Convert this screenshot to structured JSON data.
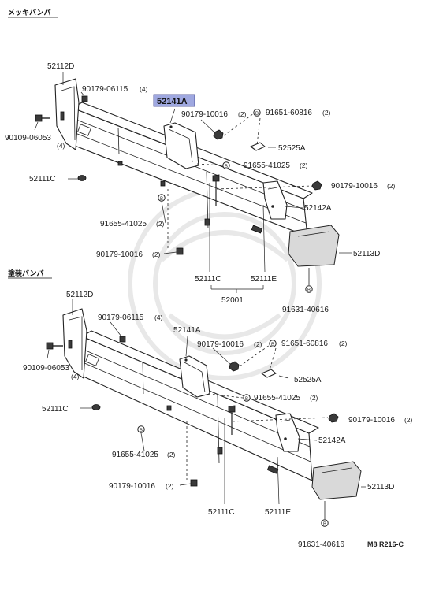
{
  "diagram_ref": "M8 R216-C",
  "highlight_color": "#9fa8e0",
  "sections": [
    {
      "title": "メッキバンパ",
      "labels": {
        "end_cap_left": "52112D",
        "clip_top": "90179-06115",
        "clip_top_qty": "(4)",
        "bolt_left": "90109-06053",
        "bolt_left_qty": "(4)",
        "bracket_center": "52141A",
        "nut_center": "90179-10016",
        "nut_center_qty": "(2)",
        "bolt_center": "91651-60816",
        "bolt_center_qty": "(2)",
        "retainer": "52525A",
        "bolt_lower": "91655-41025",
        "bolt_lower_qty": "(2)",
        "clip_left": "52111C",
        "nut_right": "90179-10016",
        "nut_right_qty": "(2)",
        "bracket_right": "52142A",
        "bolt_bottom_left": "91655-41025",
        "bolt_bottom_left_qty": "(2)",
        "nut_bottom_left": "90179-10016",
        "nut_bottom_left_qty": "(2)",
        "end_cap_right": "52113D",
        "bumper_left": "52111C",
        "bumper_right": "52111E",
        "assembly": "52001",
        "bolt_end": "91631-40616"
      }
    },
    {
      "title": "塗装バンパ",
      "labels": {
        "end_cap_left": "52112D",
        "clip_top": "90179-06115",
        "clip_top_qty": "(4)",
        "bolt_left": "90109-06053",
        "bolt_left_qty": "(4)",
        "bracket_center": "52141A",
        "nut_center": "90179-10016",
        "nut_center_qty": "(2)",
        "bolt_center": "91651-60816",
        "bolt_center_qty": "(2)",
        "retainer": "52525A",
        "bolt_lower": "91655-41025",
        "bolt_lower_qty": "(2)",
        "clip_left": "52111C",
        "nut_right": "90179-10016",
        "nut_right_qty": "(2)",
        "bracket_right": "52142A",
        "bolt_bottom_left": "91655-41025",
        "bolt_bottom_left_qty": "(2)",
        "nut_bottom_left": "90179-10016",
        "nut_bottom_left_qty": "(2)",
        "end_cap_right": "52113D",
        "bumper_left": "52111C",
        "bumper_right": "52111E",
        "bolt_end": "91631-40616"
      }
    }
  ]
}
